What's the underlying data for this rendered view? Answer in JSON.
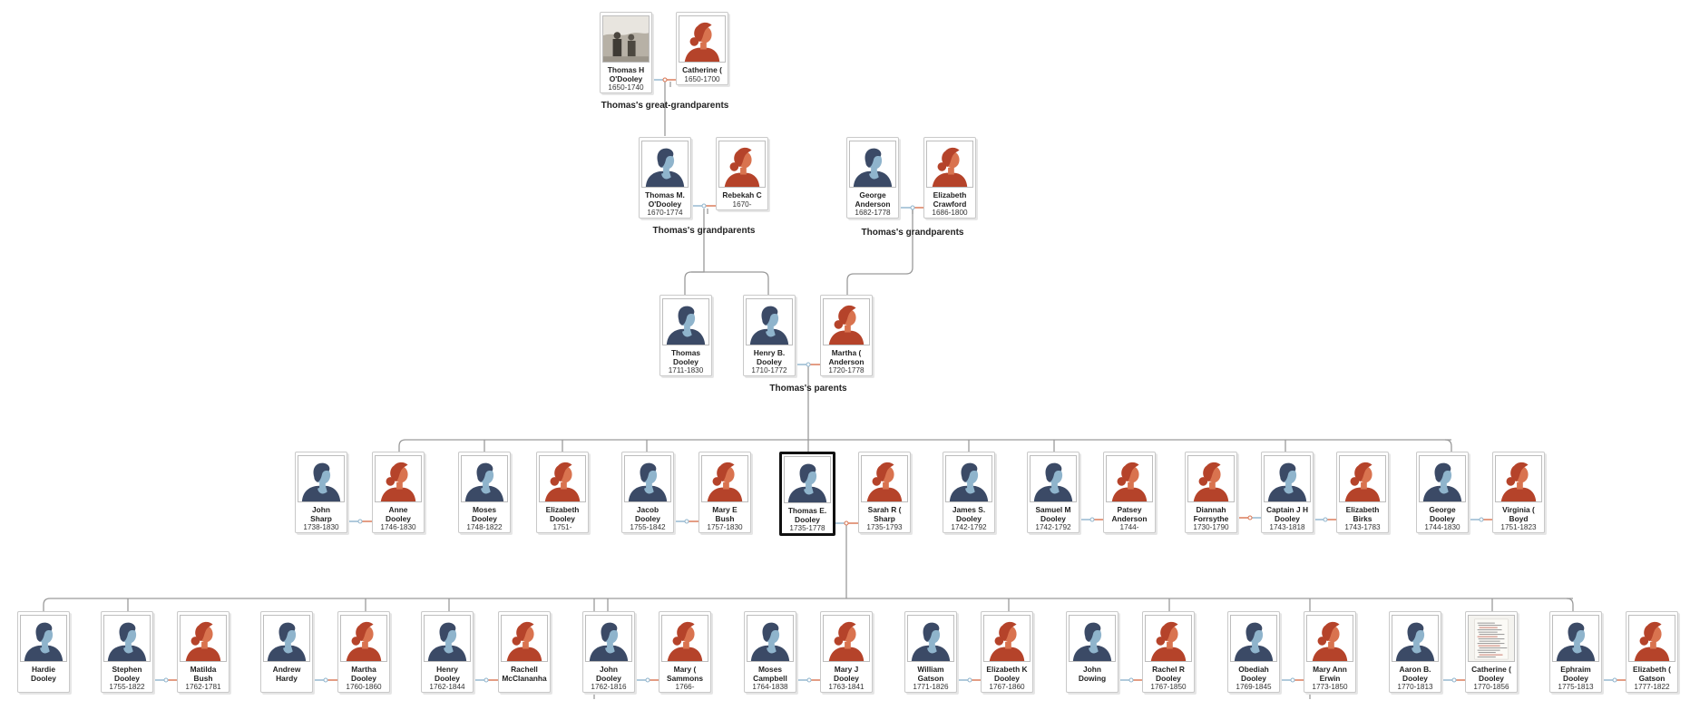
{
  "colors": {
    "male": "#3b4a66",
    "male_face": "#8fb4cc",
    "female": "#b5432a",
    "female_face": "#d9734f",
    "line": "#9a9a9a",
    "couple_line_m": "#8fb4cc",
    "couple_line_f": "#d9734f"
  },
  "labels": {
    "great_grandparents": "Thomas's great-grandparents",
    "grandparents_paternal": "Thomas's grandparents",
    "grandparents_maternal": "Thomas's grandparents",
    "parents": "Thomas's parents"
  },
  "people": {
    "thomas_h": {
      "name_lines": [
        "Thomas H",
        "O'Dooley"
      ],
      "years": "1650-1740",
      "gender": "male",
      "photo": "photograph"
    },
    "catherine_g": {
      "name_lines": [
        "Catherine ("
      ],
      "years": "1650-1700",
      "gender": "female"
    },
    "thomas_m": {
      "name_lines": [
        "Thomas M.",
        "O'Dooley"
      ],
      "years": "1670-1774",
      "gender": "male"
    },
    "rebekah": {
      "name_lines": [
        "Rebekah C"
      ],
      "years": "1670-",
      "gender": "female"
    },
    "george_a": {
      "name_lines": [
        "George",
        "Anderson"
      ],
      "years": "1682-1778",
      "gender": "male"
    },
    "elizabeth_c": {
      "name_lines": [
        "Elizabeth",
        "Crawford"
      ],
      "years": "1686-1800",
      "gender": "female"
    },
    "thomas_d": {
      "name_lines": [
        "Thomas",
        "Dooley"
      ],
      "years": "1711-1830",
      "gender": "male"
    },
    "henry_b": {
      "name_lines": [
        "Henry B.",
        "Dooley"
      ],
      "years": "1710-1772",
      "gender": "male"
    },
    "martha_a": {
      "name_lines": [
        "Martha (",
        "Anderson"
      ],
      "years": "1720-1778",
      "gender": "female"
    },
    "john_sharp": {
      "name_lines": [
        "John",
        "Sharp"
      ],
      "years": "1738-1830",
      "gender": "male"
    },
    "anne": {
      "name_lines": [
        "Anne",
        "Dooley"
      ],
      "years": "1746-1830",
      "gender": "female"
    },
    "moses": {
      "name_lines": [
        "Moses",
        "Dooley"
      ],
      "years": "1748-1822",
      "gender": "male"
    },
    "elizabeth_d": {
      "name_lines": [
        "Elizabeth",
        "Dooley"
      ],
      "years": "1751-",
      "gender": "female"
    },
    "jacob": {
      "name_lines": [
        "Jacob",
        "Dooley"
      ],
      "years": "1755-1842",
      "gender": "male"
    },
    "mary_e": {
      "name_lines": [
        "Mary E",
        "Bush"
      ],
      "years": "1757-1830",
      "gender": "female"
    },
    "thomas_e": {
      "name_lines": [
        "Thomas E.",
        "Dooley"
      ],
      "years": "1735-1778",
      "gender": "male"
    },
    "sarah": {
      "name_lines": [
        "Sarah R (",
        "Sharp"
      ],
      "years": "1735-1793",
      "gender": "female"
    },
    "james": {
      "name_lines": [
        "James S.",
        "Dooley"
      ],
      "years": "1742-1792",
      "gender": "male"
    },
    "samuel": {
      "name_lines": [
        "Samuel M",
        "Dooley"
      ],
      "years": "1742-1792",
      "gender": "male"
    },
    "patsey": {
      "name_lines": [
        "Patsey",
        "Anderson"
      ],
      "years": "1744-",
      "gender": "female"
    },
    "diannah": {
      "name_lines": [
        "Diannah",
        "Forrsythe"
      ],
      "years": "1730-1790",
      "gender": "female"
    },
    "captain_j": {
      "name_lines": [
        "Captain J H",
        "Dooley"
      ],
      "years": "1743-1818",
      "gender": "male"
    },
    "elizabeth_b": {
      "name_lines": [
        "Elizabeth",
        "Birks"
      ],
      "years": "1743-1783",
      "gender": "female"
    },
    "george_d": {
      "name_lines": [
        "George",
        "Dooley"
      ],
      "years": "1744-1830",
      "gender": "male"
    },
    "virginia": {
      "name_lines": [
        "Virginia (",
        "Boyd"
      ],
      "years": "1751-1823",
      "gender": "female"
    },
    "hardie": {
      "name_lines": [
        "Hardie",
        "Dooley"
      ],
      "years": "",
      "gender": "male"
    },
    "stephen": {
      "name_lines": [
        "Stephen",
        "Dooley"
      ],
      "years": "1755-1822",
      "gender": "male"
    },
    "matilda": {
      "name_lines": [
        "Matilda",
        "Bush"
      ],
      "years": "1762-1781",
      "gender": "female"
    },
    "andrew": {
      "name_lines": [
        "Andrew",
        "Hardy"
      ],
      "years": "",
      "gender": "male"
    },
    "martha_d": {
      "name_lines": [
        "Martha",
        "Dooley"
      ],
      "years": "1760-1860",
      "gender": "female"
    },
    "henry_d": {
      "name_lines": [
        "Henry",
        "Dooley"
      ],
      "years": "1762-1844",
      "gender": "male"
    },
    "rachell_m": {
      "name_lines": [
        "Rachell",
        "McClananha"
      ],
      "years": "",
      "gender": "female"
    },
    "john_d": {
      "name_lines": [
        "John",
        "Dooley"
      ],
      "years": "1762-1816",
      "gender": "male"
    },
    "mary_s": {
      "name_lines": [
        "Mary (",
        "Sammons"
      ],
      "years": "1766-",
      "gender": "female"
    },
    "moses_c": {
      "name_lines": [
        "Moses",
        "Campbell"
      ],
      "years": "1764-1838",
      "gender": "male"
    },
    "mary_j": {
      "name_lines": [
        "Mary J",
        "Dooley"
      ],
      "years": "1763-1841",
      "gender": "female"
    },
    "william": {
      "name_lines": [
        "William",
        "Gatson"
      ],
      "years": "1771-1826",
      "gender": "male"
    },
    "elizabeth_k": {
      "name_lines": [
        "Elizabeth K",
        "Dooley"
      ],
      "years": "1767-1860",
      "gender": "female"
    },
    "john_dowing": {
      "name_lines": [
        "John",
        "Dowing"
      ],
      "years": "",
      "gender": "male"
    },
    "rachel_r": {
      "name_lines": [
        "Rachel R",
        "Dooley"
      ],
      "years": "1767-1850",
      "gender": "female"
    },
    "obediah": {
      "name_lines": [
        "Obediah",
        "Dooley"
      ],
      "years": "1769-1845",
      "gender": "male"
    },
    "mary_ann": {
      "name_lines": [
        "Mary Ann",
        "Erwin"
      ],
      "years": "1773-1850",
      "gender": "female"
    },
    "aaron": {
      "name_lines": [
        "Aaron B.",
        "Dooley"
      ],
      "years": "1770-1813",
      "gender": "male"
    },
    "catherine_d": {
      "name_lines": [
        "Catherine (",
        "Dooley"
      ],
      "years": "1770-1856",
      "gender": "female",
      "photo": "document"
    },
    "ephraim": {
      "name_lines": [
        "Ephraim",
        "Dooley"
      ],
      "years": "1775-1813",
      "gender": "male"
    },
    "elizabeth_g": {
      "name_lines": [
        "Elizabeth (",
        "Gatson"
      ],
      "years": "1777-1822",
      "gender": "female"
    }
  }
}
